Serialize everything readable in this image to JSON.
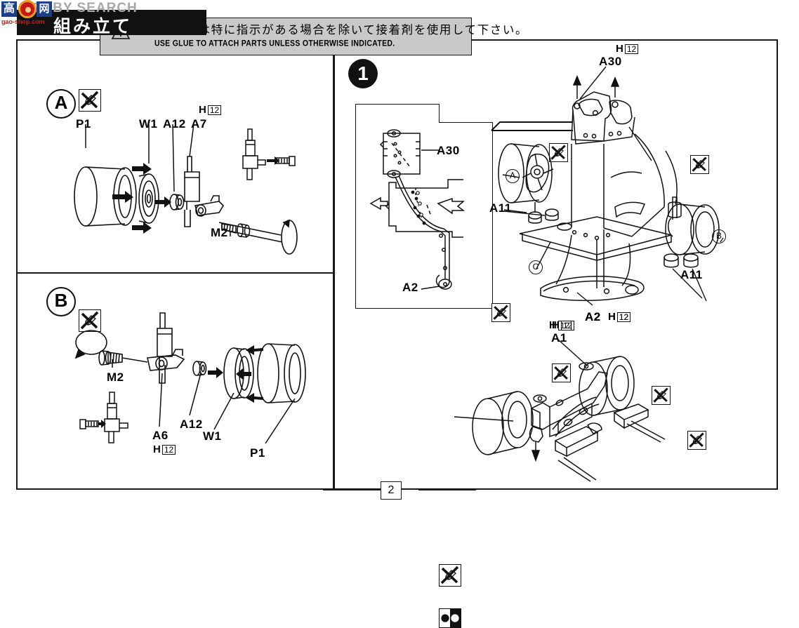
{
  "watermark": {
    "brand": "HOBBY SEARCH",
    "cn_char_1": "高",
    "cn_char_2": "网",
    "url": "gao-shop.com"
  },
  "header": {
    "title_jp": "組み立て",
    "banner": {
      "jp": "組み立てには特に指示がある場合を除いて接着剤を使用して下さい。",
      "en": "USE GLUE TO ATTACH PARTS UNLESS OTHERWISE INDICATED.",
      "icon": "warning-triangle-icon"
    }
  },
  "page": {
    "number": "2"
  },
  "left_panel": {
    "sections": [
      {
        "id": "A",
        "letter": "A",
        "icon": "no-glue-icon",
        "parts": [
          {
            "label": "P1"
          },
          {
            "label": "W1"
          },
          {
            "label": "A12"
          },
          {
            "label": "A7"
          },
          {
            "label": "H",
            "qty": "12"
          },
          {
            "label": "M2"
          }
        ]
      },
      {
        "id": "B",
        "letter": "B",
        "icon": "no-glue-icon",
        "parts": [
          {
            "label": "M2"
          },
          {
            "label": "A6"
          },
          {
            "label": "H",
            "qty": "12"
          },
          {
            "label": "A12"
          },
          {
            "label": "W1"
          },
          {
            "label": "P1"
          }
        ]
      }
    ]
  },
  "right_panel": {
    "step": {
      "number": "1"
    },
    "inset": {
      "parts": [
        {
          "label": "A30"
        },
        {
          "label": "A2"
        }
      ],
      "arrows": [
        "arrow-left",
        "arrow-right"
      ]
    },
    "assembly": {
      "labels": [
        {
          "label": "H",
          "qty": "12"
        },
        {
          "label": "A30"
        },
        {
          "label": "A11"
        },
        {
          "label": "A2"
        },
        {
          "label": "H",
          "qty": "12"
        },
        {
          "label": "H",
          "qty": "12"
        }
      ],
      "refs": [
        "A",
        "B",
        "C"
      ],
      "icons": [
        "no-glue-icon",
        "no-glue-icon",
        "no-glue-icon",
        "no-glue-icon",
        "no-glue-icon",
        "no-glue-icon"
      ]
    },
    "detail": {
      "labels": [
        {
          "label": "H",
          "qty": "12"
        },
        {
          "label": "A1"
        },
        {
          "label": "A2"
        },
        {
          "label": "H",
          "qty": "12"
        }
      ],
      "icons": [
        "no-glue-icon",
        "paint-two-tone-icon"
      ]
    }
  },
  "colors": {
    "ink": "#1a1a1a",
    "banner_fill": "#c9c9c9",
    "title_bar": "#111111",
    "watermark_gray": "#a8a8a8",
    "watermark_red": "#c81818",
    "watermark_blue": "#1b3f8b"
  }
}
